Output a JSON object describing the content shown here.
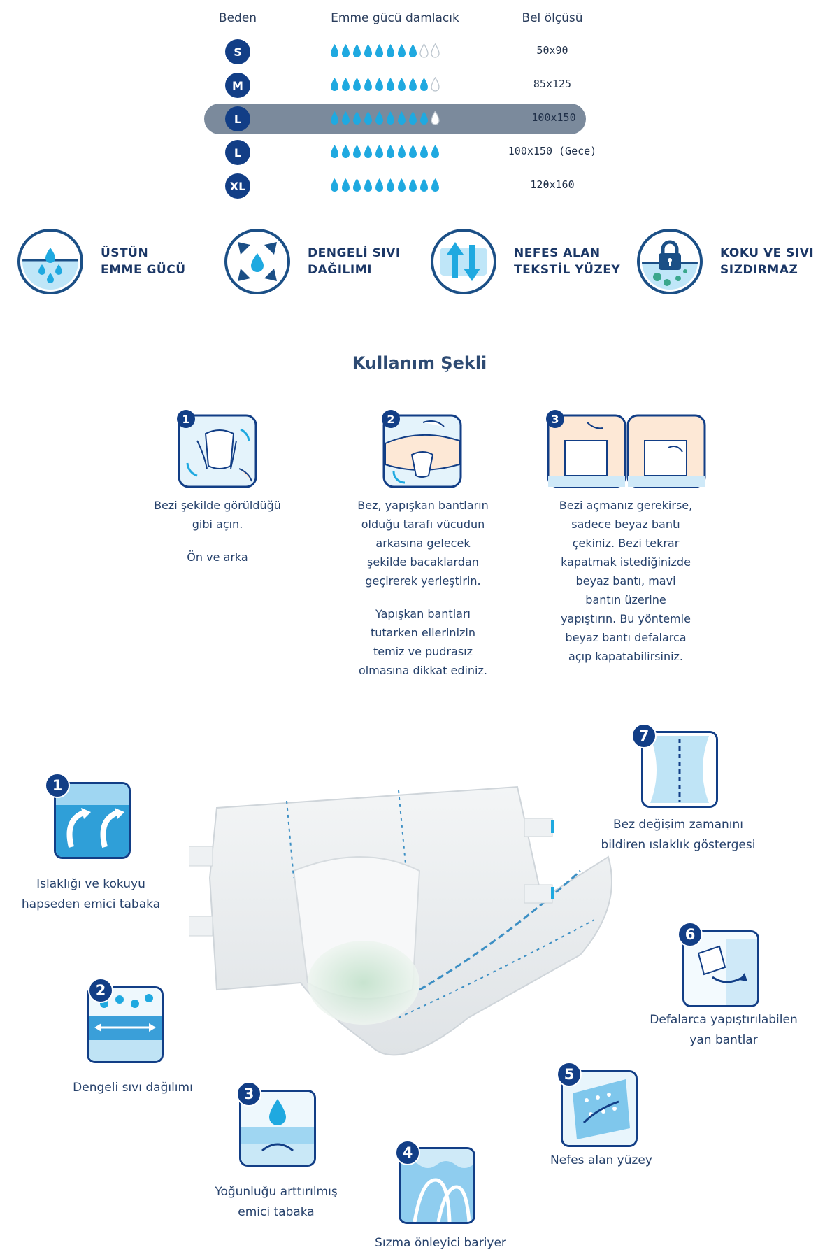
{
  "size_table": {
    "headers": {
      "size": "Beden",
      "absorption": "Emme gücü damlacık",
      "waist": "Bel ölçüsü"
    },
    "rows": [
      {
        "size": "S",
        "filled": 8,
        "total": 10,
        "waist": "50x90",
        "highlighted": false
      },
      {
        "size": "M",
        "filled": 9,
        "total": 10,
        "waist": "85x125",
        "highlighted": false
      },
      {
        "size": "L",
        "filled": 9,
        "total": 10,
        "waist": "100x150",
        "highlighted": true
      },
      {
        "size": "L",
        "filled": 10,
        "total": 10,
        "waist": "100x150 (Gece)",
        "highlighted": false
      },
      {
        "size": "XL",
        "filled": 10,
        "total": 10,
        "waist": "120x160",
        "highlighted": false
      }
    ]
  },
  "features": [
    {
      "line1": "ÜSTÜN",
      "line2": "EMME GÜCÜ",
      "icon": "absorption-icon"
    },
    {
      "line1": "DENGELİ SIVI",
      "line2": "DAĞILIMI",
      "icon": "distribution-icon"
    },
    {
      "line1": "NEFES ALAN",
      "line2": "TEKSTİL YÜZEY",
      "icon": "breathable-icon"
    },
    {
      "line1": "KOKU VE SIVI",
      "line2": "SIZDIRMAZ",
      "icon": "lock-icon"
    }
  ],
  "usage": {
    "title": "Kullanım Şekli",
    "steps": [
      {
        "number": "1",
        "paragraphs": [
          "Bezi şekilde görüldüğü",
          "gibi açın.",
          "",
          "Ön ve arka"
        ]
      },
      {
        "number": "2",
        "paragraphs": [
          "Bez, yapışkan bantların",
          "olduğu tarafı vücudun",
          "arkasına gelecek",
          "şekilde bacaklardan",
          "geçirerek yerleştirin.",
          "",
          "Yapışkan bantları",
          "tutarken ellerinizin",
          "temiz ve pudrasız",
          "olmasına dikkat ediniz."
        ]
      },
      {
        "number": "3",
        "paragraphs": [
          "Bezi açmanız gerekirse,",
          "sadece beyaz bantı",
          "çekiniz. Bezi tekrar",
          "kapatmak istediğinizde",
          "beyaz bantı, mavi",
          "bantın üzerine",
          "yapıştırın. Bu yöntemle",
          "beyaz bantı defalarca",
          "açıp kapatabilirsiniz."
        ]
      }
    ]
  },
  "product_features": [
    {
      "number": "1",
      "lines": [
        "Islaklığı ve kokuyu",
        "hapseden emici tabaka"
      ]
    },
    {
      "number": "2",
      "lines": [
        "Dengeli sıvı dağılımı"
      ]
    },
    {
      "number": "3",
      "lines": [
        "Yoğunluğu arttırılmış",
        "emici tabaka"
      ]
    },
    {
      "number": "4",
      "lines": [
        "Sızma önleyici bariyer"
      ]
    },
    {
      "number": "5",
      "lines": [
        "Nefes alan yüzey"
      ]
    },
    {
      "number": "6",
      "lines": [
        "Defalarca yapıştırılabilen",
        "yan bantlar"
      ]
    },
    {
      "number": "7",
      "lines": [
        "Bez değişim zamanını",
        "bildiren ıslaklık göstergesi"
      ]
    }
  ],
  "colors": {
    "navy": "#123e86",
    "drop": "#1fa9e0",
    "highlight": "#7b8a9c"
  }
}
